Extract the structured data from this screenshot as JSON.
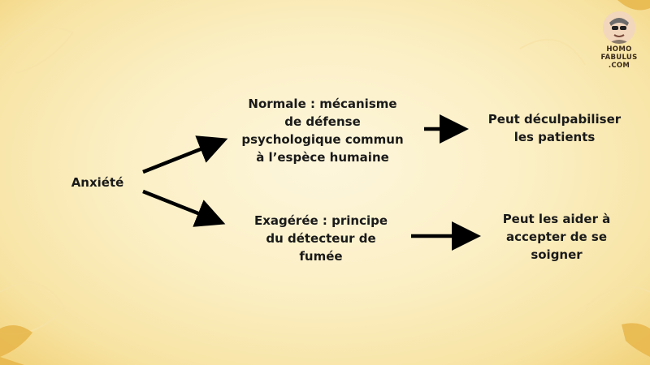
{
  "diagram": {
    "root": {
      "lines": [
        "Anxiété"
      ]
    },
    "branch_normal": {
      "lines": [
        "Normale : mécanisme",
        "de défense",
        "psychologique commun",
        "à l’espèce humaine"
      ]
    },
    "branch_exaggerated": {
      "lines": [
        "Exagérée : principe",
        "du détecteur de",
        "fumée"
      ]
    },
    "consequence_normal": {
      "lines": [
        "Peut déculpabiliser",
        "les patients"
      ]
    },
    "consequence_exaggerated": {
      "lines": [
        "Peut les aider à",
        "accepter de se",
        "soigner"
      ]
    }
  },
  "logo": {
    "lines": [
      "HOMO",
      "FABULUS",
      ".COM"
    ]
  },
  "colors": {
    "text": "#1a1a1a",
    "arrow": "#000000",
    "background": "#fbefc4",
    "accent": "#f2d27a"
  }
}
